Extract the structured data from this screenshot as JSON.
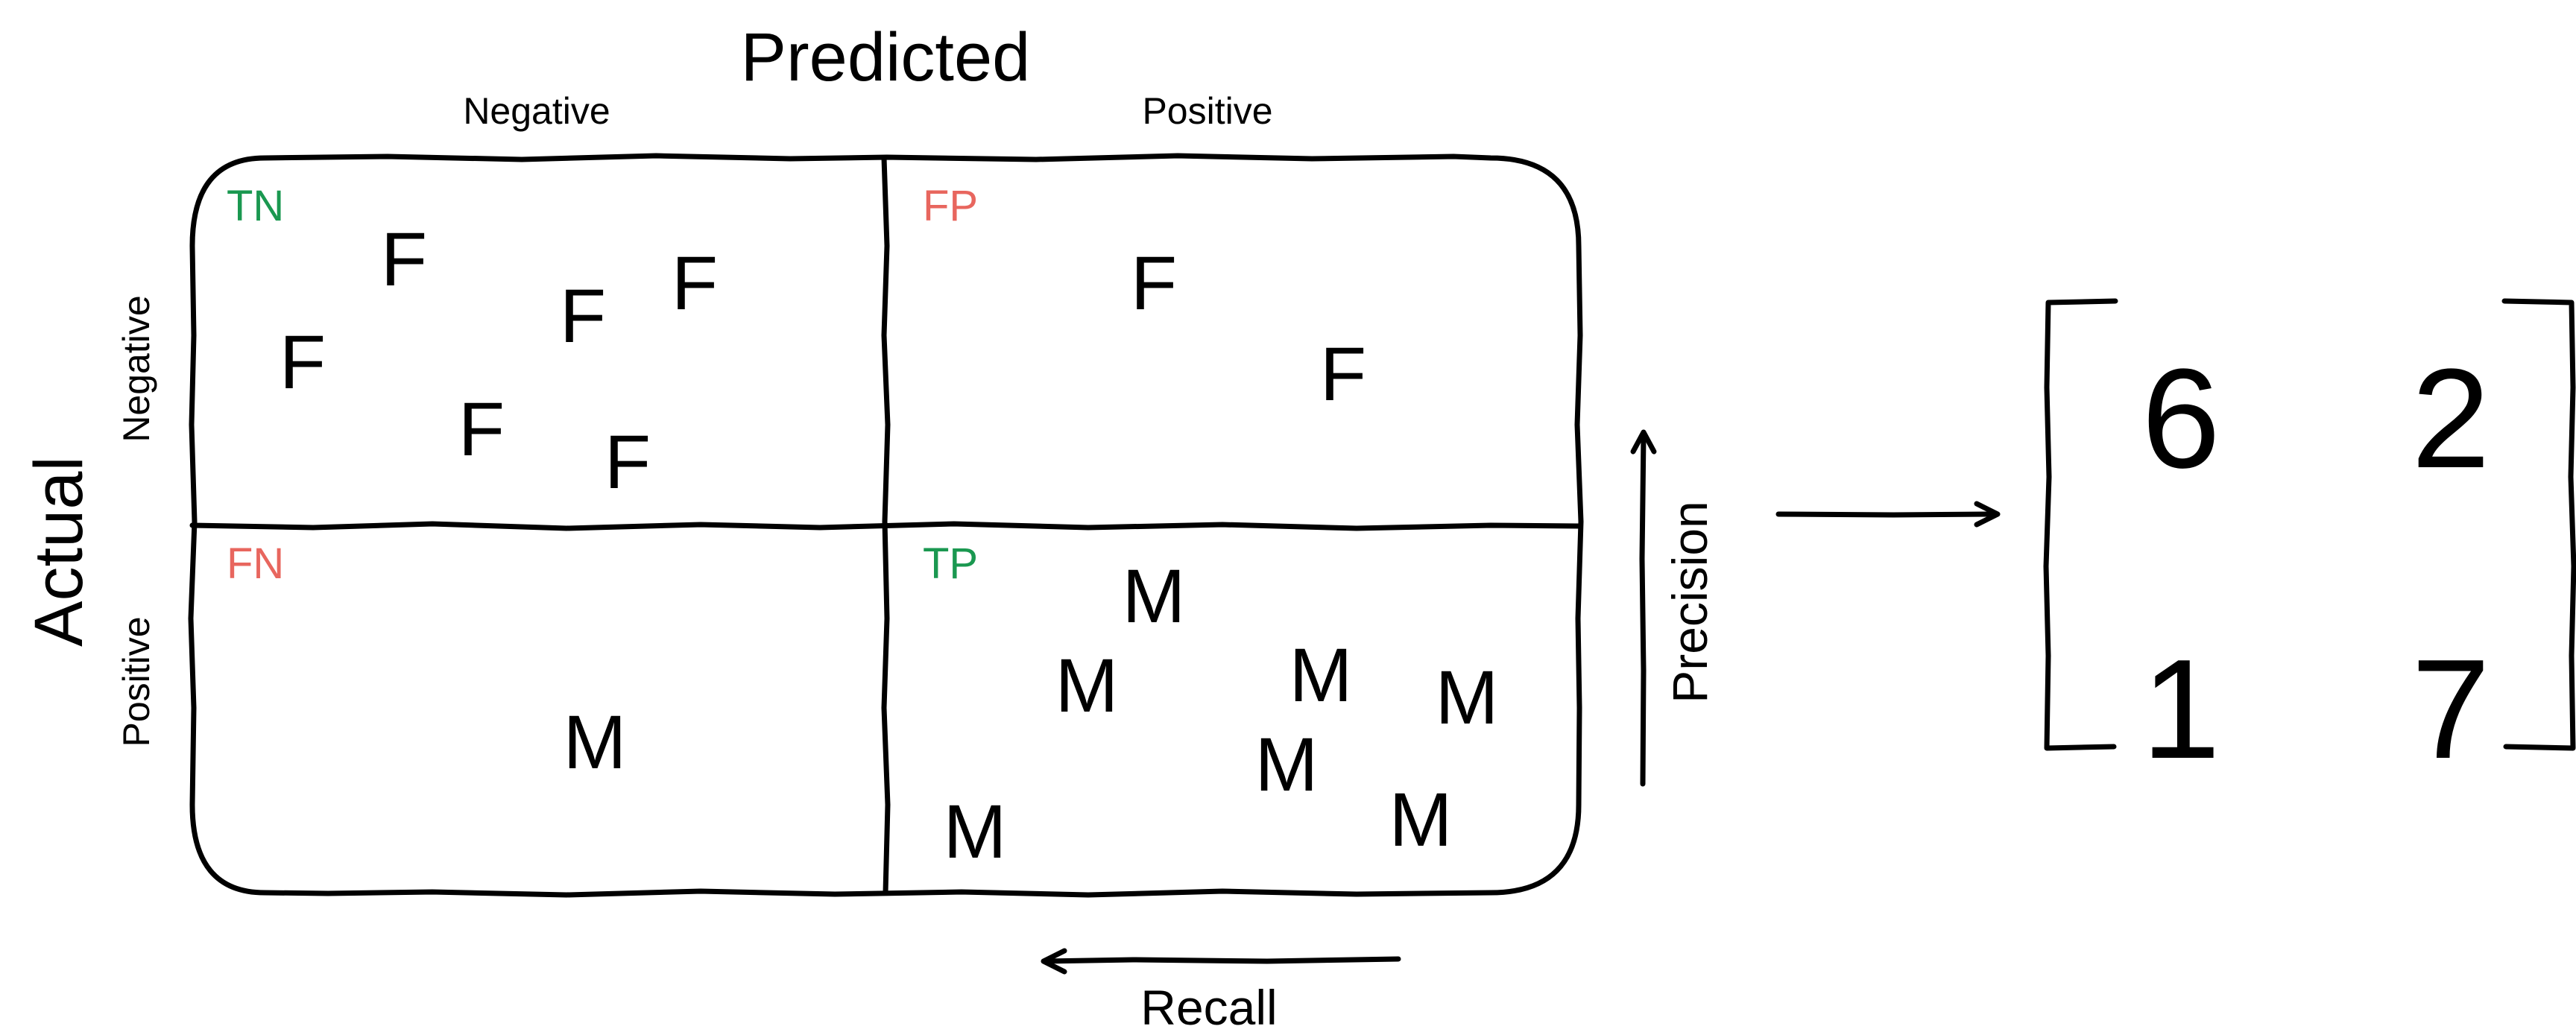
{
  "header": {
    "predicted": "Predicted",
    "actual": "Actual"
  },
  "columns": {
    "negative": "Negative",
    "positive": "Positive"
  },
  "rows": {
    "negative": "Negative",
    "positive": "Positive"
  },
  "quadrants": {
    "tn": {
      "tag": "TN",
      "color": "#1a9850",
      "letters": [
        "F",
        "F",
        "F",
        "F",
        "F",
        "F"
      ]
    },
    "fp": {
      "tag": "FP",
      "color": "#e8665e",
      "letters": [
        "F",
        "F"
      ]
    },
    "fn": {
      "tag": "FN",
      "color": "#e8665e",
      "letters": [
        "M"
      ]
    },
    "tp": {
      "tag": "TP",
      "color": "#1a9850",
      "letters": [
        "M",
        "M",
        "M",
        "M",
        "M",
        "M",
        "M"
      ]
    }
  },
  "metrics": {
    "precision": "Precision",
    "recall": "Recall"
  },
  "matrix": {
    "values": [
      [
        "6",
        "2"
      ],
      [
        "1",
        "7"
      ]
    ]
  }
}
